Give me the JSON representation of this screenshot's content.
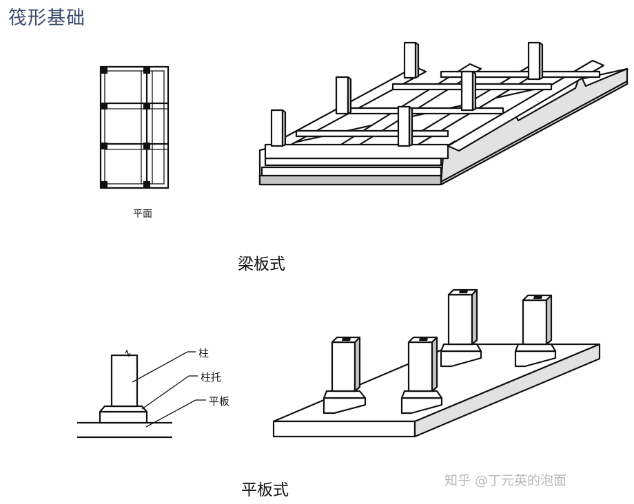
{
  "title": "筏形基础",
  "plan": {
    "label": "平面"
  },
  "beam_slab": {
    "label": "梁板式"
  },
  "flat_slab": {
    "label": "平板式"
  },
  "section_callouts": {
    "column": "柱",
    "column_capital": "柱托",
    "slab": "平板"
  },
  "watermark": "知乎 @丁元英的泡面"
}
